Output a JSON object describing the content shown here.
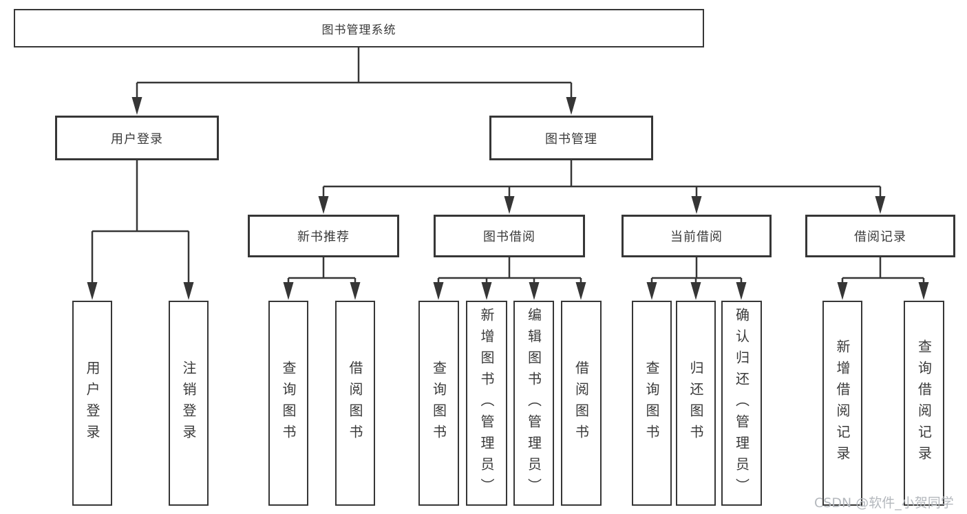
{
  "diagram": {
    "root": "图书管理系统",
    "level2": [
      "用户登录",
      "图书管理"
    ],
    "level3": [
      "新书推荐",
      "图书借阅",
      "当前借阅",
      "借阅记录"
    ],
    "leaves": {
      "user_login": [
        "用户登录",
        "注销登录"
      ],
      "new_book_rec": [
        "查询图书",
        "借阅图书"
      ],
      "book_borrow": [
        "查询图书",
        "新增图书（管理员）",
        "编辑图书（管理员）",
        "借阅图书"
      ],
      "current_borrow": [
        "查询图书",
        "归还图书",
        "确认归还（管理员）"
      ],
      "borrow_records": [
        "新增借阅记录",
        "查询借阅记录"
      ]
    }
  },
  "watermark": "CSDN @软件_小贺同学",
  "colors": {
    "line": "#363636",
    "text": "#3a3a3a",
    "watermark": "#b4b8bd",
    "background": "#ffffff"
  }
}
